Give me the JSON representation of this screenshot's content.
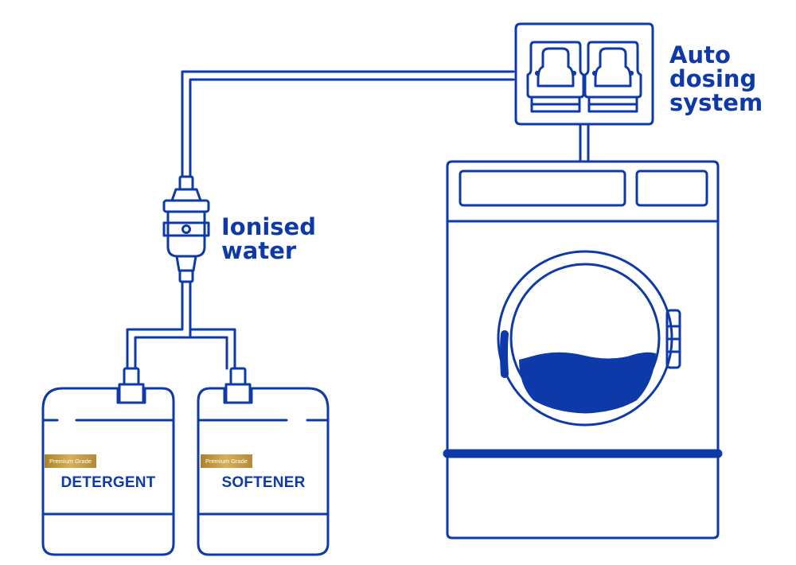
{
  "labels": {
    "auto_dosing": [
      "Auto",
      "dosing",
      "system"
    ],
    "ionised_water": [
      "Ionised",
      "water"
    ]
  },
  "containers": [
    {
      "name": "DETERGENT",
      "badge": "Premium Grade"
    },
    {
      "name": "SOFTENER",
      "badge": "Premium Grade"
    }
  ],
  "colors": {
    "line": "#0e3aa9",
    "water": "#0e3aa9",
    "badge_gold": "#c39a45",
    "pipe_glow_blue": "#2f8cf5",
    "pipe_glow_violet": "#b06bf0"
  }
}
